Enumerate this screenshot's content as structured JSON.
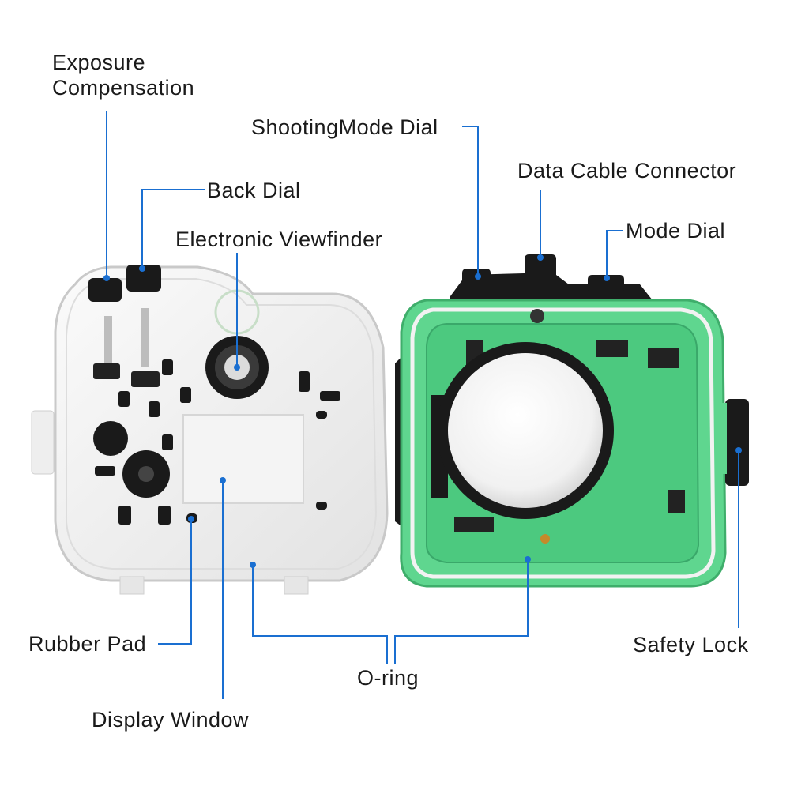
{
  "labels": {
    "exposure_compensation": {
      "line1": "Exposure",
      "line2": "Compensation"
    },
    "back_dial": "Back Dial",
    "electronic_viewfinder": "Electronic Viewfinder",
    "shooting_mode_dial": "ShootingMode Dial",
    "data_cable_connector": "Data Cable Connector",
    "mode_dial": "Mode Dial",
    "rubber_pad": "Rubber Pad",
    "display_window": "Display Window",
    "o_ring": "O-ring",
    "safety_lock": "Safety Lock"
  },
  "colors": {
    "leader_line": "#1a6fd1",
    "housing_clear": "#eeeeee",
    "housing_green": "#5fd68f",
    "housing_green_dark": "#3fae6b",
    "knob": "#1a1a1a",
    "label_text": "#1a1a1a"
  }
}
